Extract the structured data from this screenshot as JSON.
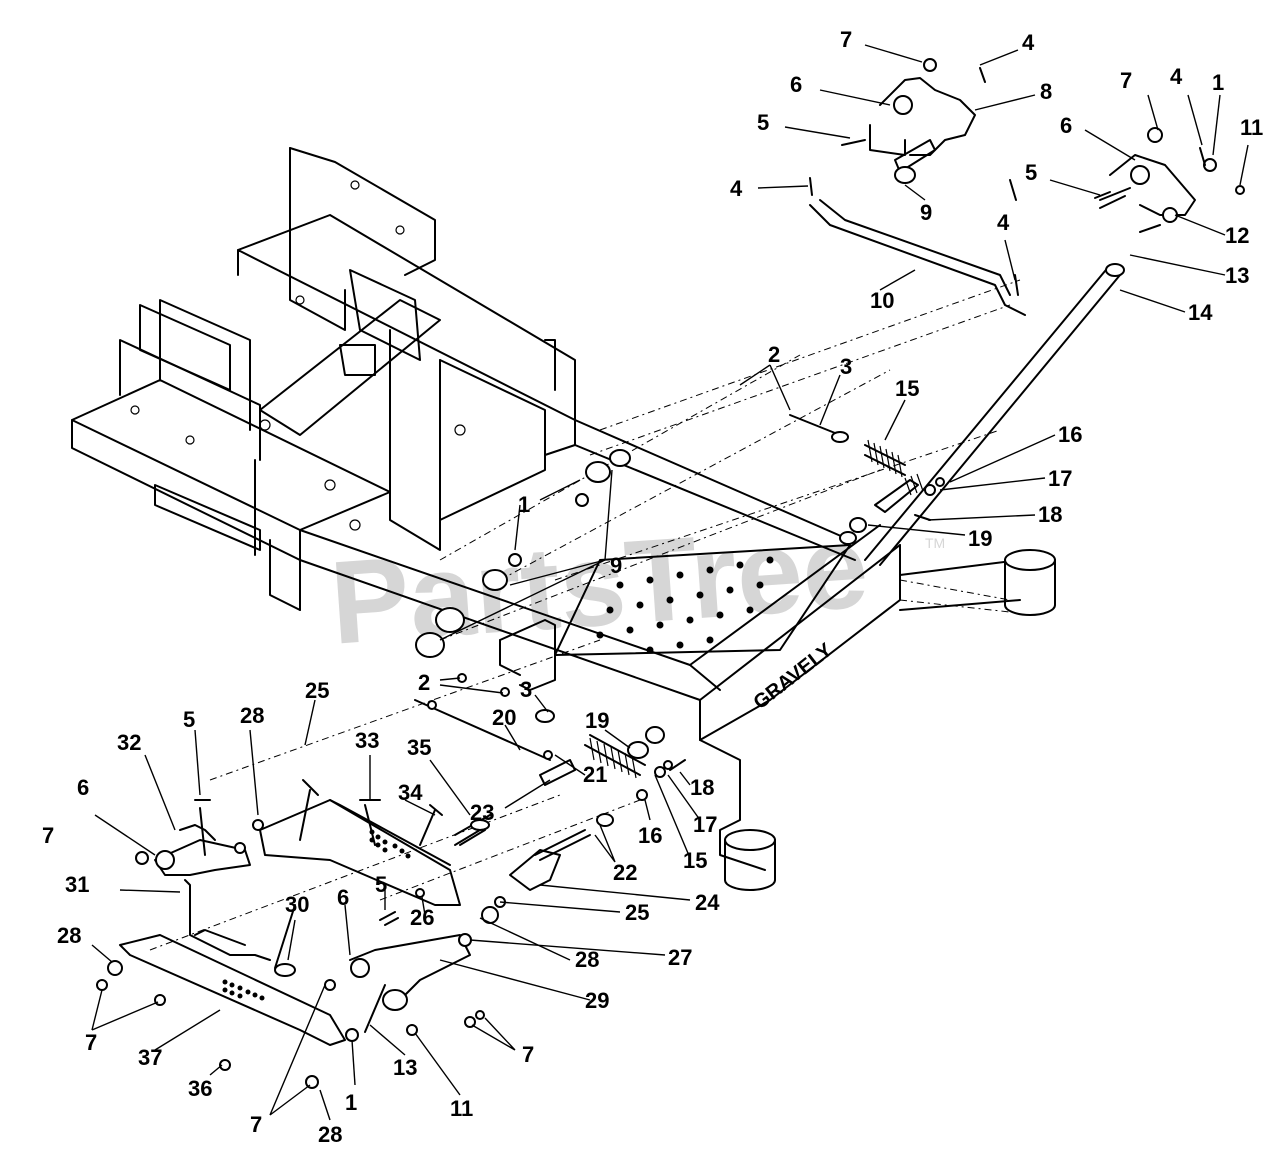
{
  "watermark": {
    "text": "PartsTree",
    "trademark": "TM"
  },
  "frame_brand": "GRAVELY",
  "callouts": [
    {
      "n": "7"
    },
    {
      "n": "4"
    },
    {
      "n": "6"
    },
    {
      "n": "8"
    },
    {
      "n": "5"
    },
    {
      "n": "7"
    },
    {
      "n": "4"
    },
    {
      "n": "1"
    },
    {
      "n": "11"
    },
    {
      "n": "6"
    },
    {
      "n": "5"
    },
    {
      "n": "4"
    },
    {
      "n": "9"
    },
    {
      "n": "12"
    },
    {
      "n": "4"
    },
    {
      "n": "13"
    },
    {
      "n": "10"
    },
    {
      "n": "14"
    },
    {
      "n": "2"
    },
    {
      "n": "3"
    },
    {
      "n": "15"
    },
    {
      "n": "16"
    },
    {
      "n": "17"
    },
    {
      "n": "1"
    },
    {
      "n": "18"
    },
    {
      "n": "19"
    },
    {
      "n": "9"
    },
    {
      "n": "2"
    },
    {
      "n": "3"
    },
    {
      "n": "25"
    },
    {
      "n": "20"
    },
    {
      "n": "5"
    },
    {
      "n": "28"
    },
    {
      "n": "33"
    },
    {
      "n": "32"
    },
    {
      "n": "35"
    },
    {
      "n": "19"
    },
    {
      "n": "21"
    },
    {
      "n": "34"
    },
    {
      "n": "18"
    },
    {
      "n": "6"
    },
    {
      "n": "23"
    },
    {
      "n": "7"
    },
    {
      "n": "17"
    },
    {
      "n": "16"
    },
    {
      "n": "15"
    },
    {
      "n": "22"
    },
    {
      "n": "31"
    },
    {
      "n": "24"
    },
    {
      "n": "5"
    },
    {
      "n": "25"
    },
    {
      "n": "30"
    },
    {
      "n": "6"
    },
    {
      "n": "26"
    },
    {
      "n": "28"
    },
    {
      "n": "27"
    },
    {
      "n": "28"
    },
    {
      "n": "29"
    },
    {
      "n": "7"
    },
    {
      "n": "7"
    },
    {
      "n": "37"
    },
    {
      "n": "13"
    },
    {
      "n": "36"
    },
    {
      "n": "1"
    },
    {
      "n": "11"
    },
    {
      "n": "7"
    },
    {
      "n": "28"
    }
  ]
}
